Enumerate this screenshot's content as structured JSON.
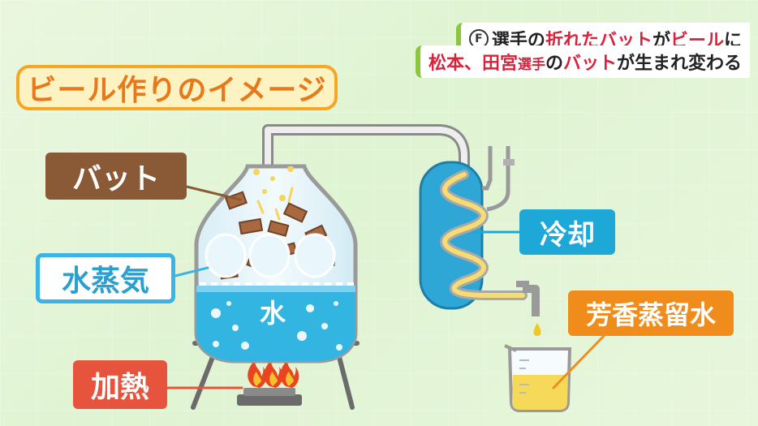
{
  "title": "ビール作りのイメージ",
  "caption": {
    "logo": "F",
    "line1": [
      {
        "text": "選手の",
        "accent": false,
        "small": false
      },
      {
        "text": "折れたバット",
        "accent": true,
        "small": false
      },
      {
        "text": "が",
        "accent": false,
        "small": false
      },
      {
        "text": "ビール",
        "accent": true,
        "small": false
      },
      {
        "text": "に",
        "accent": false,
        "small": false
      }
    ],
    "line2": [
      {
        "text": "松本、田宮",
        "accent": true,
        "small": false
      },
      {
        "text": "選手",
        "accent": true,
        "small": true
      },
      {
        "text": "の",
        "accent": false,
        "small": false
      },
      {
        "text": "バット",
        "accent": true,
        "small": false
      },
      {
        "text": "が生まれ変わる",
        "accent": false,
        "small": false
      }
    ]
  },
  "labels": {
    "bat": "バット",
    "steam": "水蒸気",
    "heat": "加熱",
    "water": "水",
    "cooling": "冷却",
    "aroma_water": "芳香蒸留水"
  },
  "colors": {
    "title_text": "#e8791b",
    "title_border": "#f5a623",
    "bat": "#8a5a36",
    "steam_border": "#3bb3e4",
    "heat": "#e6543e",
    "cooling": "#1ea8d8",
    "aroma": "#f08c1b",
    "accent_red": "#d8233d"
  }
}
